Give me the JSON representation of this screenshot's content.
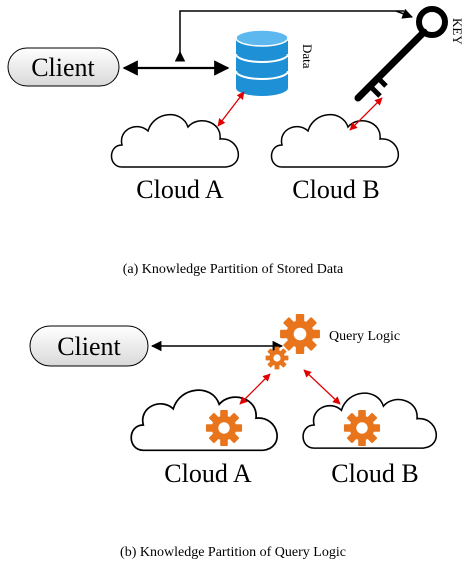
{
  "panel_a": {
    "client_label": "Client",
    "data_label": "Data",
    "key_label": "KEY",
    "cloud_a_label": "Cloud A",
    "cloud_b_label": "Cloud B",
    "caption": "(a)  Knowledge Partition of Stored Data"
  },
  "panel_b": {
    "client_label": "Client",
    "query_logic_label": "Query Logic",
    "cloud_a_label": "Cloud A",
    "cloud_b_label": "Cloud B",
    "caption": "(b)  Knowledge Partition of Query Logic"
  },
  "colors": {
    "database": "#1e90d6",
    "gear": "#e8741c",
    "red_arrow": "#e00000",
    "key": "#000000"
  },
  "icons": [
    "database-icon",
    "key-icon",
    "gear-icon",
    "cloud-icon"
  ]
}
